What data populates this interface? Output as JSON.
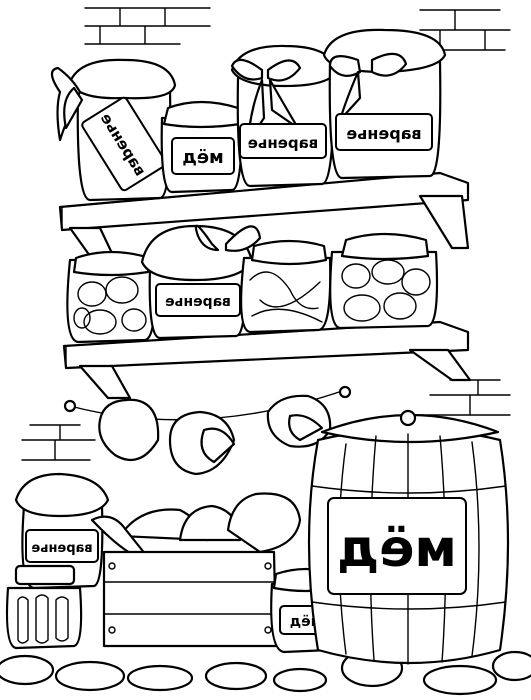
{
  "labels": {
    "jam": "варенье",
    "honey": "мёд",
    "barrel": "мёд"
  }
}
